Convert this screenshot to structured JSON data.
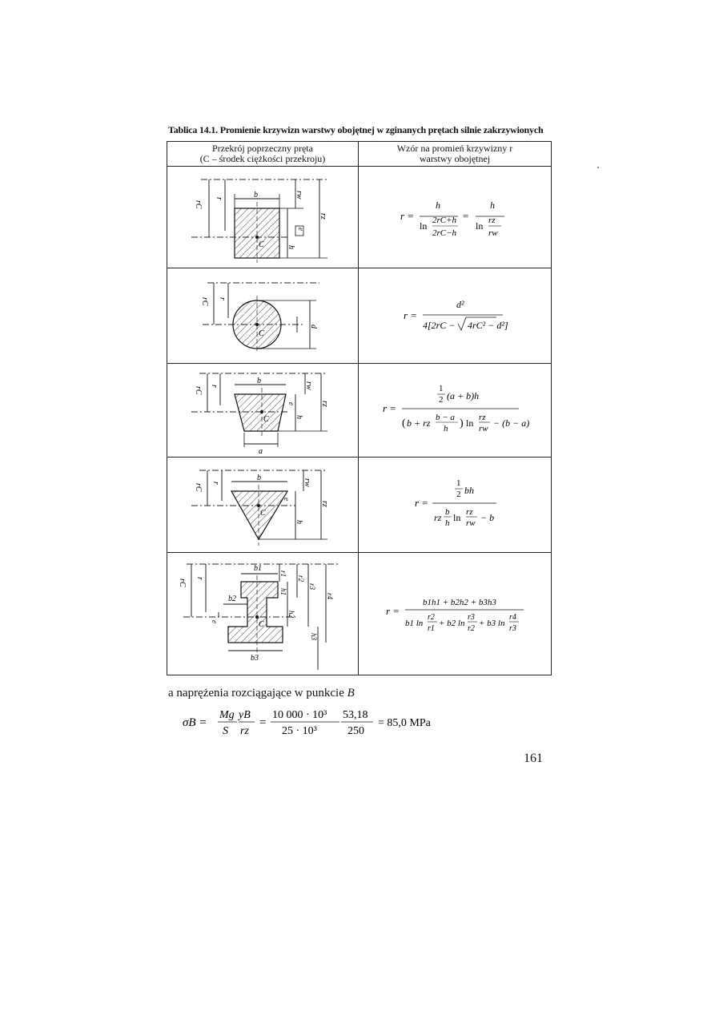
{
  "table": {
    "title": "Tablica 14.1. Promienie krzywizn warstwy obojętnej w zginanych prętach silnie zakrzywionych",
    "col1_line1": "Przekrój poprzeczny pręta",
    "col1_line2": "(C – środek ciężkości przekroju)",
    "col2_line1": "Wzór na promień krzywizny r",
    "col2_line2": "warstwy obojętnej",
    "rows": [
      {
        "shape": "rectangle",
        "labels": [
          "rC",
          "r",
          "b",
          "rw",
          "rz",
          "e",
          "h",
          "C"
        ],
        "formula": "r = h / ln((2rC+h)/(2rC−h)) = h / ln(rz/rw)"
      },
      {
        "shape": "circle",
        "labels": [
          "rC",
          "r",
          "d",
          "C"
        ],
        "formula": "r = d² / (4[2rC − √(4rC² − d²)])"
      },
      {
        "shape": "trapezoid",
        "labels": [
          "rC",
          "r",
          "b",
          "a",
          "rw",
          "rz",
          "e",
          "h",
          "C"
        ],
        "formula": "r = ½(a+b)h / ((b + rz (b−a)/h) ln(rz/rw) − (b−a))"
      },
      {
        "shape": "triangle",
        "labels": [
          "rC",
          "r",
          "b",
          "rw",
          "rz",
          "e",
          "h",
          "C"
        ],
        "formula": "r = ½bh / (rz (b/h) ln(rz/rw) − b)"
      },
      {
        "shape": "i-section",
        "labels": [
          "rC",
          "r",
          "b1",
          "b2",
          "b3",
          "r1",
          "r2",
          "r3",
          "r4",
          "h1",
          "h2",
          "h3",
          "e",
          "C"
        ],
        "formula": "r = (b1h1+b2h2+b3h3) / (b1 ln(r2/r1) + b2 ln(r3/r2) + b3 ln(r4/r3))"
      }
    ]
  },
  "text": {
    "after_table_prefix": "a naprężenia rozciągające w punkcie ",
    "after_table_point": "B",
    "sigma_equation": "σB = (Mg/S)(yB/rz) = (10000·10³/25·10³)(53,18/250) = 85,0 MPa",
    "eq_num1": "10 000 · 10³",
    "eq_den1": "25 · 10³",
    "eq_num2": "53,18",
    "eq_den2": "250",
    "eq_result": "= 85,0 MPa"
  },
  "page": {
    "number": "161"
  }
}
